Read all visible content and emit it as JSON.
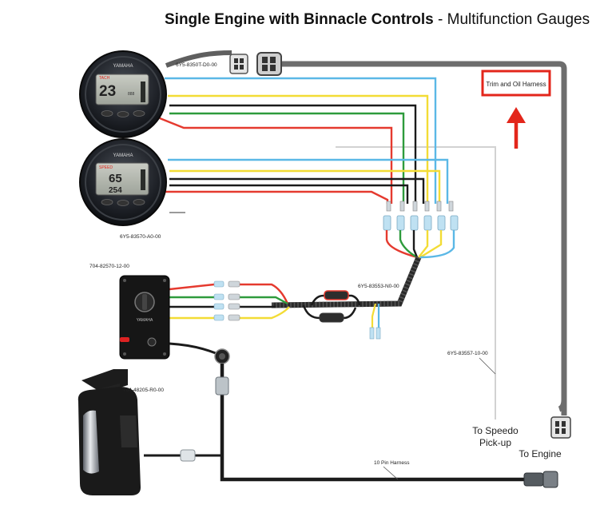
{
  "title": {
    "bold": "Single Engine with Binnacle Controls",
    "rest": " - Multifunction Gauges"
  },
  "labels": {
    "tach_part": "6Y5-8350T-D0-00",
    "speedo_part": "6Y5-83570-A0-00",
    "switch_part": "704-82570-12-00",
    "harness_part": "6Y5-83553-N0-00",
    "speedo_hose_part": "6Y5-83557-10-00",
    "control_part": "704-48205-R0-00",
    "ten_pin": "10 Pin Harness",
    "trim_oil": "Trim and Oil Harness",
    "to_speedo_1": "To Speedo",
    "to_speedo_2": "Pick-up",
    "to_engine": "To Engine"
  },
  "gauges": {
    "tach": {
      "brand": "YAMAHA",
      "mode": "TACH",
      "main": "23",
      "sub": "888"
    },
    "speedo": {
      "brand": "YAMAHA",
      "mode": "SPEED",
      "main": "65",
      "sub": "254"
    }
  },
  "colors": {
    "harness_grey": "#6d6d6d",
    "red": "#e53a2f",
    "yellow": "#f3dc35",
    "green": "#2e9b3c",
    "blue": "#5bb8e6",
    "black": "#1b1b1b",
    "highlight_red": "#e3261b"
  }
}
